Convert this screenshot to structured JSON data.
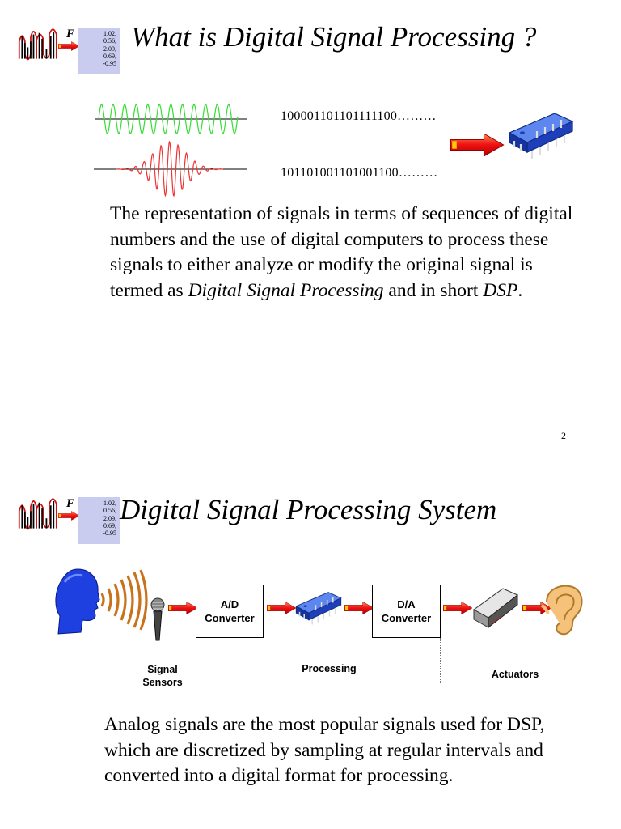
{
  "slide1": {
    "logo": {
      "letter": "F",
      "numbers": [
        "1.02,",
        "0.56,",
        "2.09,",
        "0.69,",
        "-0.95"
      ]
    },
    "title": "What is Digital Signal Processing ?",
    "bits_top": "100001101101111100………",
    "bits_bottom": "101101001101001100………",
    "paragraph": {
      "part1": "The representation of signals in terms of sequences of digital numbers and the use of digital computers to process these signals to either analyze or modify the original signal is termed as ",
      "em1": "Digital Signal Processing",
      "part2": " and in short ",
      "em2": "DSP",
      "part3": "."
    },
    "page_number": "2"
  },
  "slide2": {
    "logo": {
      "letter": "F",
      "numbers": [
        "1.02,",
        "0.56,",
        "2.09,",
        "0.69,",
        "-0.95"
      ]
    },
    "title": "Digital Signal Processing System",
    "ad_line1": "A/D",
    "ad_line2": "Converter",
    "da_line1": "D/A",
    "da_line2": "Converter",
    "caption_sensors_1": "Signal",
    "caption_sensors_2": "Sensors",
    "caption_processing": "Processing",
    "caption_actuators": "Actuators",
    "paragraph": "Analog signals are the most popular signals used for DSP, which are discretized by sampling at regular intervals and converted into a digital format for processing."
  },
  "colors": {
    "wave_green": "#33dd33",
    "wave_red": "#ee3333",
    "arrow_red": "#ee1111",
    "chip_blue": "#2a5bd7",
    "head_blue": "#1e40e0",
    "logo_box": "#c9ccef"
  },
  "icons": [
    "signal-logo-icon",
    "arrow-right-icon",
    "ic-chip-icon",
    "speaker-head-icon",
    "microphone-icon",
    "device-icon",
    "ear-icon"
  ]
}
